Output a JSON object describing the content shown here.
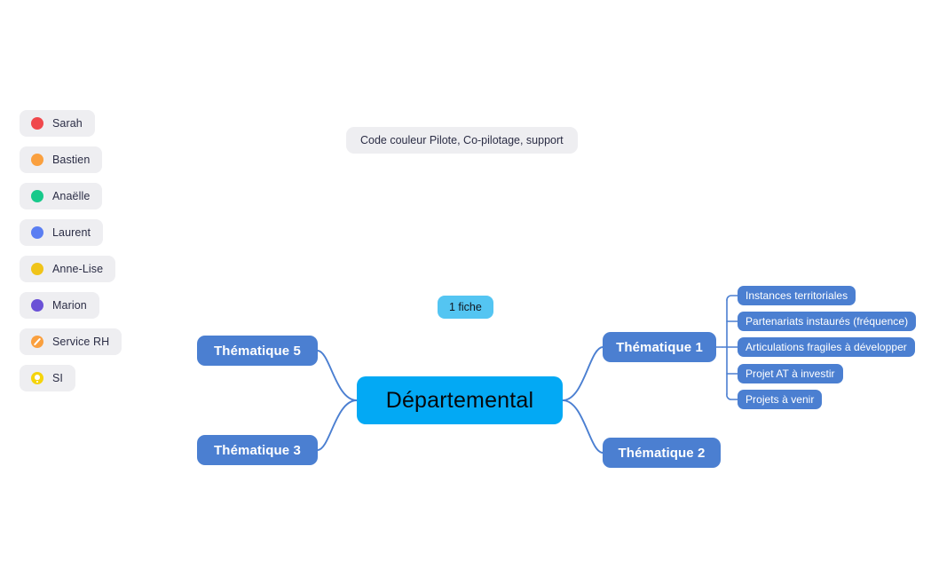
{
  "legend": {
    "items": [
      {
        "label": "Sarah",
        "color": "#f0484c",
        "icon": "dot-icon"
      },
      {
        "label": "Bastien",
        "color": "#faa03f",
        "icon": "dot-icon"
      },
      {
        "label": "Anaëlle",
        "color": "#18c98b",
        "icon": "dot-icon"
      },
      {
        "label": "Laurent",
        "color": "#5a7ef2",
        "icon": "dot-icon"
      },
      {
        "label": "Anne-Lise",
        "color": "#f0c419",
        "icon": "dot-icon"
      },
      {
        "label": "Marion",
        "color": "#6a51d6",
        "icon": "dot-icon"
      },
      {
        "label": "Service RH",
        "color": "#faa03f",
        "icon": "ban-icon"
      },
      {
        "label": "SI",
        "color": "#f5d40b",
        "icon": "lightbulb-icon"
      }
    ]
  },
  "note": {
    "text": "Code couleur Pilote, Co-pilotage, support"
  },
  "badge": {
    "text": "1 fiche"
  },
  "root": {
    "label": "Départemental",
    "color": "#03a9f4"
  },
  "branches": [
    {
      "id": "t5",
      "label": "Thématique 5",
      "side": "left",
      "color": "#4b7fd1"
    },
    {
      "id": "t3",
      "label": "Thématique 3",
      "side": "left",
      "color": "#4b7fd1"
    },
    {
      "id": "t1",
      "label": "Thématique 1",
      "side": "right",
      "color": "#4b7fd1"
    },
    {
      "id": "t2",
      "label": "Thématique 2",
      "side": "right",
      "color": "#4b7fd1"
    }
  ],
  "leaves": [
    {
      "label": "Instances territoriales"
    },
    {
      "label": "Partenariats instaurés (fréquence)"
    },
    {
      "label": "Articulations fragiles à développer"
    },
    {
      "label": "Projet AT à investir"
    },
    {
      "label": "Projets à venir"
    }
  ],
  "style": {
    "connector_color": "#4b7fd1",
    "pill_background": "#eeeef1",
    "text_dark": "#2b2d45",
    "canvas_background": "#ffffff"
  }
}
